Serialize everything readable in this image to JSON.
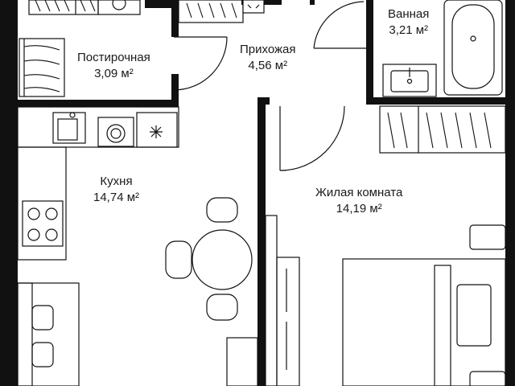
{
  "rooms": {
    "pantry": {
      "name": "Постирочная",
      "area": "3,09 м²"
    },
    "hallway": {
      "name": "Прихожая",
      "area": "4,56 м²"
    },
    "bathroom": {
      "name": "Ванная",
      "area": "3,21 м²"
    },
    "kitchen": {
      "name": "Кухня",
      "area": "14,74 м²"
    },
    "living_room": {
      "name": "Жилая комната",
      "area": "14,19 м²"
    }
  },
  "colors": {
    "wall": "#111111",
    "line": "#111111",
    "background": "#ffffff"
  },
  "icons": [
    "wardrobe-icon",
    "washing-machine-icon",
    "sink-icon",
    "stove-icon",
    "dishwasher-icon",
    "fridge-icon",
    "bathtub-icon",
    "bed-icon",
    "table-icon",
    "chair-icon",
    "sofa-icon",
    "door-swing-icon"
  ]
}
